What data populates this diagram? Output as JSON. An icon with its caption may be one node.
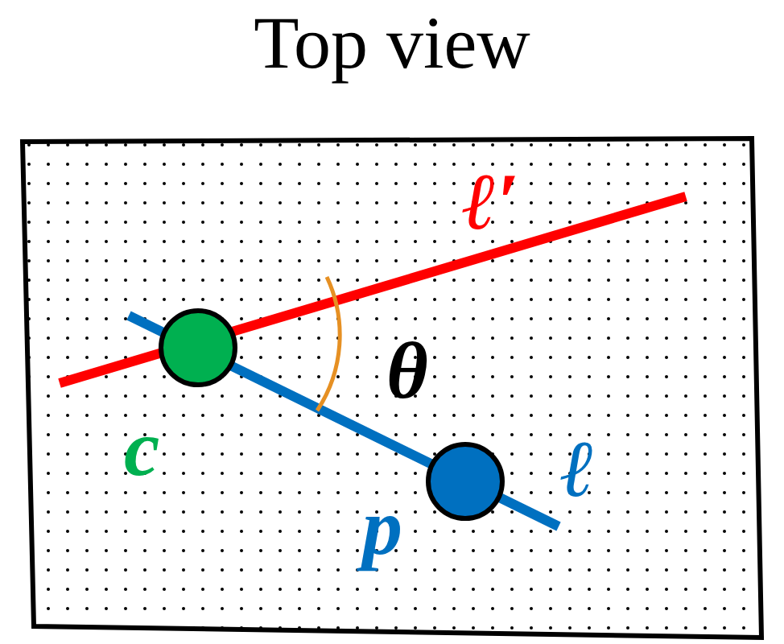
{
  "diagram": {
    "title": "Top view",
    "labels": [
      "ℓ′",
      "θ",
      "c",
      "p",
      "ℓ"
    ]
  }
}
